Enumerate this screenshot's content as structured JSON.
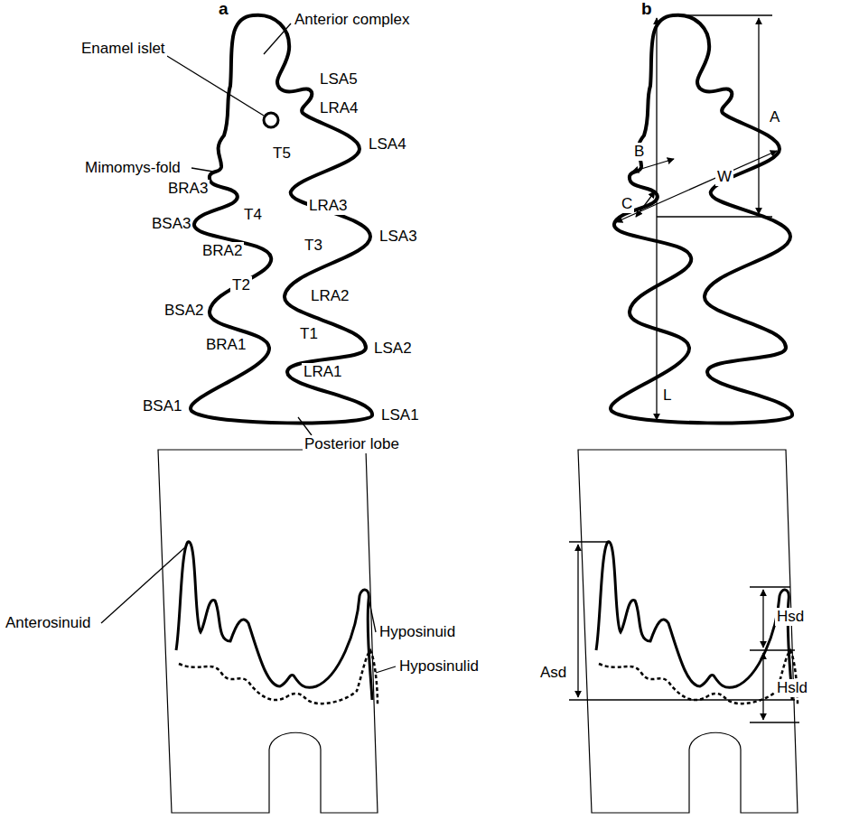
{
  "diagram": {
    "labels": [
      "a",
      "b",
      "Anterior complex",
      "Enamel islet",
      "LSA5",
      "Mimomys-fold",
      "LRA4",
      "T5",
      "LSA4",
      "BRA3",
      "T4",
      "LRA3",
      "BSA3",
      "T3",
      "LSA3",
      "BRA2",
      "LRA2",
      "T2",
      "BSA2",
      "T1",
      "LSA2",
      "BRA1",
      "LRA1",
      "BSA1",
      "LSA1",
      "Posterior lobe",
      "A",
      "B",
      "C",
      "W",
      "L",
      "Anterosinuid",
      "Hyposinuid",
      "Hyposinulid",
      "Asd",
      "Hsd",
      "Hsld"
    ]
  }
}
